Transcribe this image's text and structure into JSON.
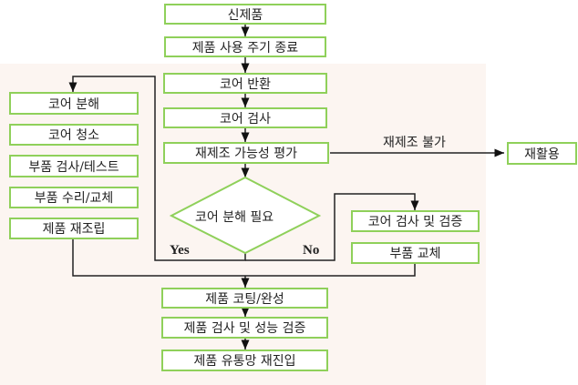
{
  "main": [
    "신제품",
    "제품 사용 주기 종료",
    "코어 반환",
    "코어 검사",
    "재제조 가능성 평가"
  ],
  "decision": "코어 분해 필요",
  "left": [
    "코어 분해",
    "코어 청소",
    "부품 검사/테스트",
    "부품 수리/교체",
    "제품 재조립"
  ],
  "right": [
    "코어 검사 및 검증",
    "부품 교체"
  ],
  "bottom": [
    "제품 코팅/완성",
    "제품 검사 및 성능 검증",
    "제품 유통망 재진입"
  ],
  "recycle": "재활용",
  "not_possible": "재제조 불가",
  "yes": "Yes",
  "no": "No"
}
